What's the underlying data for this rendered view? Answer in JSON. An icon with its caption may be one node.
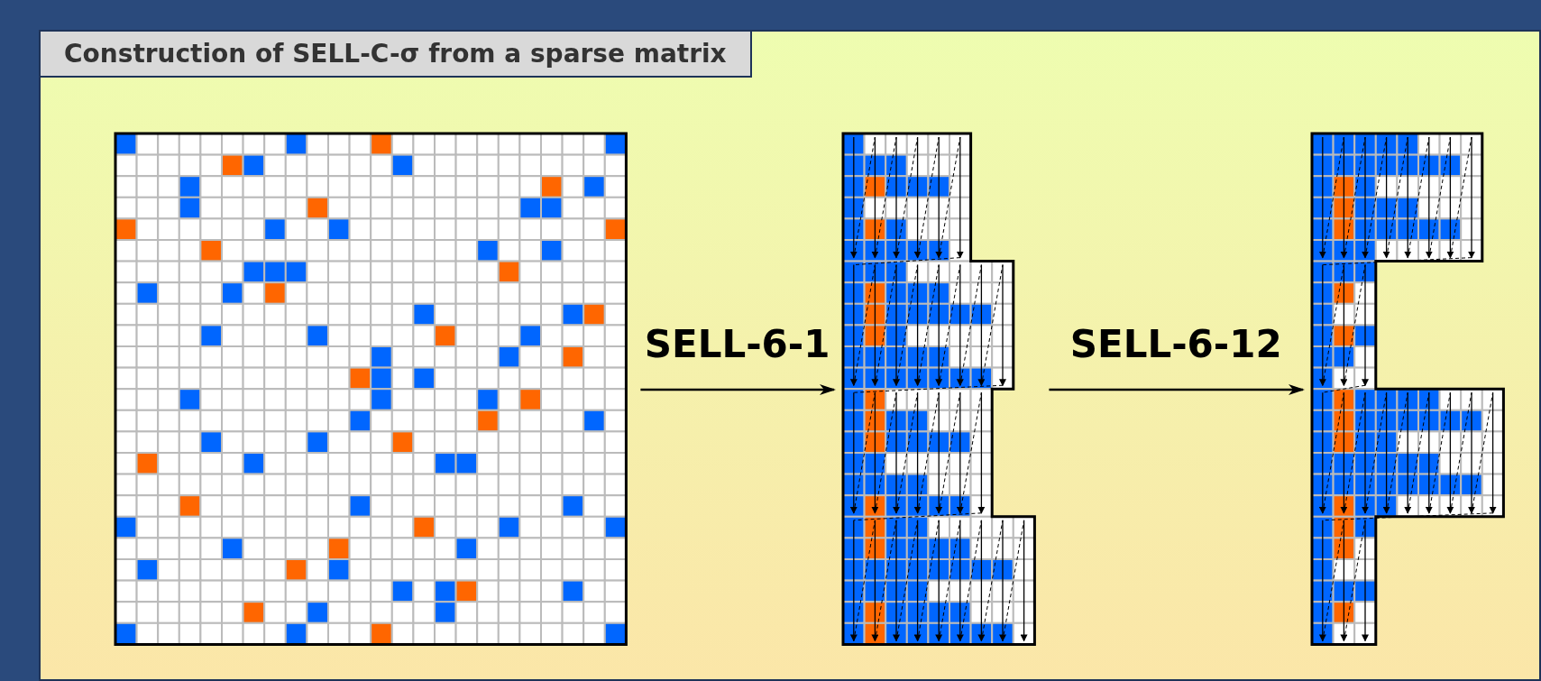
{
  "diagram": {
    "title": "Construction of SELL-C-σ from a sparse matrix",
    "nodes": [
      {
        "text": [],
        "shape": "grid"
      },
      {
        "text": [],
        "shape": "grid"
      },
      {
        "text": [],
        "shape": "grid"
      }
    ],
    "edges": [
      {
        "from": 0,
        "to": 1,
        "arrow": "to",
        "label": "SELL-6-1"
      },
      {
        "from": 1,
        "to": 2,
        "arrow": "to",
        "label": "SELL-6-12"
      }
    ]
  }
}
